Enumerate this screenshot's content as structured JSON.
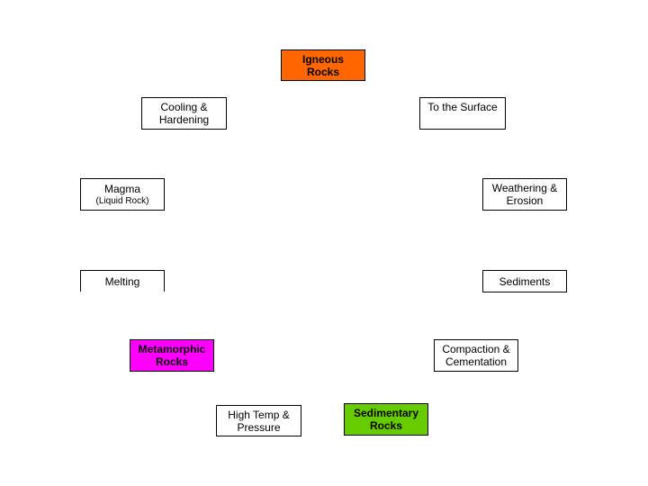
{
  "colors": {
    "igneous": "#ff6600",
    "metamorphic": "#ff00ff",
    "sedimentary": "#66cc00"
  },
  "nodes": {
    "igneous": {
      "line1": "Igneous",
      "line2": "Rocks"
    },
    "to_surface": {
      "line1": "To the Surface"
    },
    "weathering": {
      "line1": "Weathering &",
      "line2": "Erosion"
    },
    "sediments": {
      "line1": "Sediments"
    },
    "compaction": {
      "line1": "Compaction &",
      "line2": "Cementation"
    },
    "sedimentary": {
      "line1": "Sedimentary",
      "line2": "Rocks"
    },
    "high_temp": {
      "line1": "High Temp &",
      "line2": "Pressure"
    },
    "metamorphic": {
      "line1": "Metamorphic",
      "line2": "Rocks"
    },
    "melting": {
      "line1": "Melting"
    },
    "magma": {
      "line1": "Magma",
      "line2": "(Liquid Rock)"
    },
    "cooling": {
      "line1": "Cooling &",
      "line2": "Hardening"
    }
  }
}
